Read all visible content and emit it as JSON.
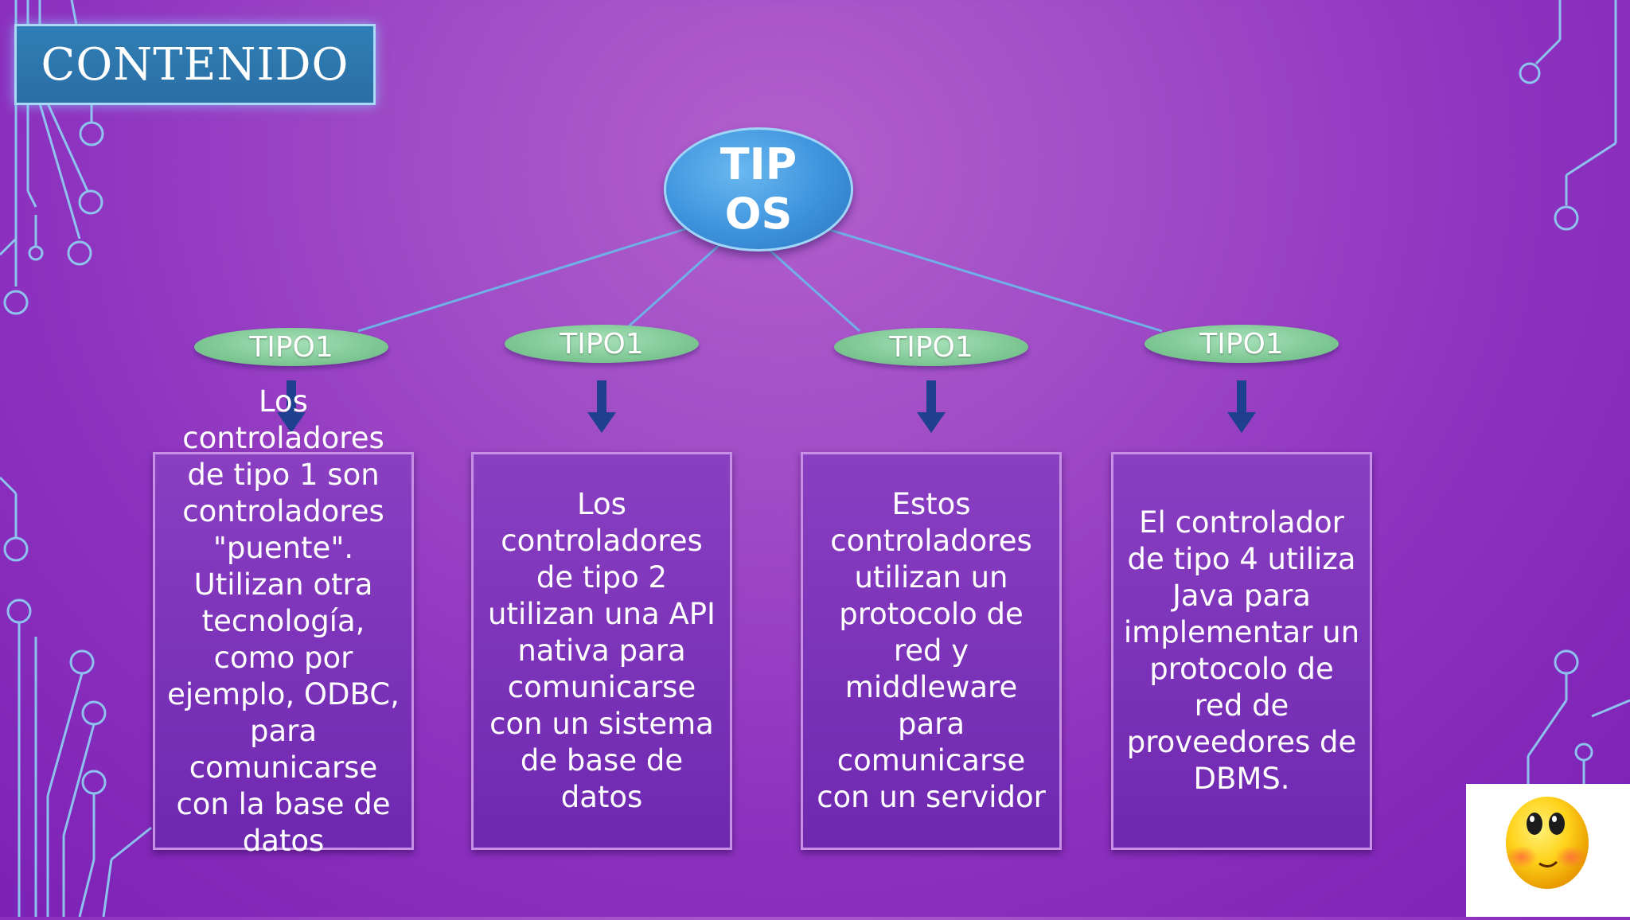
{
  "title": "CONTENIDO",
  "diagram": {
    "root": "TIPOS",
    "nodes": [
      {
        "label": "TIPO1",
        "description": "Los controladores de tipo 1 son controladores \"puente\". Utilizan otra tecnología, como por ejemplo, ODBC, para comunicarse con la base de datos"
      },
      {
        "label": "TIPO1",
        "description": "Los controladores de tipo 2 utilizan una API nativa para comunicarse con un sistema de base de datos"
      },
      {
        "label": "TIPO1",
        "description": "Estos controladores utilizan un protocolo de red y middleware para comunicarse con un servidor"
      },
      {
        "label": "TIPO1",
        "description": "El controlador de tipo 4 utiliza Java para implementar un protocolo de red de proveedores de DBMS."
      }
    ]
  },
  "icons": {
    "decoration": "circuit-lines",
    "arrow": "arrow-down-icon",
    "emoji": "blushing-smiley-icon"
  },
  "colors": {
    "background": "#9a3fc4",
    "title_box": "#2f7fb6",
    "root_node": "#3e93dd",
    "leaf_node": "#7cc792",
    "content_box": "#7a32b8",
    "arrow": "#1f3f8f",
    "circuit": "#8fd3f4"
  }
}
